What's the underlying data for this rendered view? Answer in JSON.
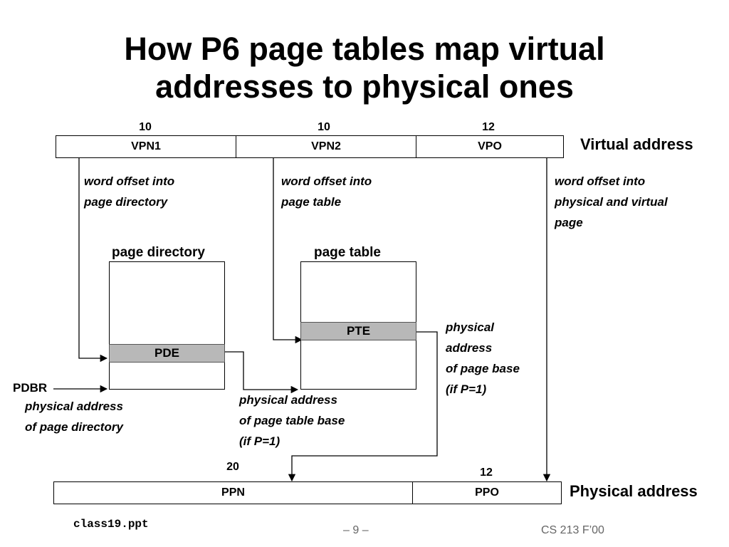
{
  "title": [
    "How P6 page tables map virtual",
    "addresses to physical ones"
  ],
  "virtual_address": {
    "label": "Virtual address",
    "bits": [
      "10",
      "10",
      "12"
    ],
    "fields": [
      "VPN1",
      "VPN2",
      "VPO"
    ]
  },
  "notes": {
    "vpn1": [
      "word offset into",
      "page directory"
    ],
    "vpn2": [
      "word offset into",
      "page table"
    ],
    "vpo": [
      "word offset into",
      "physical and virtual",
      "page"
    ],
    "pte": [
      "physical",
      "address",
      "of page base",
      "(if P=1)"
    ],
    "pde": [
      "physical address",
      "of page table base",
      "(if P=1)"
    ],
    "pdbr": [
      "physical address",
      "of page directory"
    ]
  },
  "page_directory": {
    "label": "page directory",
    "entry": "PDE"
  },
  "page_table": {
    "label": "page table",
    "entry": "PTE"
  },
  "pdbr_label": "PDBR",
  "physical_address": {
    "label": "Physical address",
    "bits": [
      "20",
      "12"
    ],
    "fields": [
      "PPN",
      "PPO"
    ]
  },
  "footer": {
    "file": "class19.ppt",
    "page": "– 9 –",
    "course": "CS 213 F’00"
  }
}
